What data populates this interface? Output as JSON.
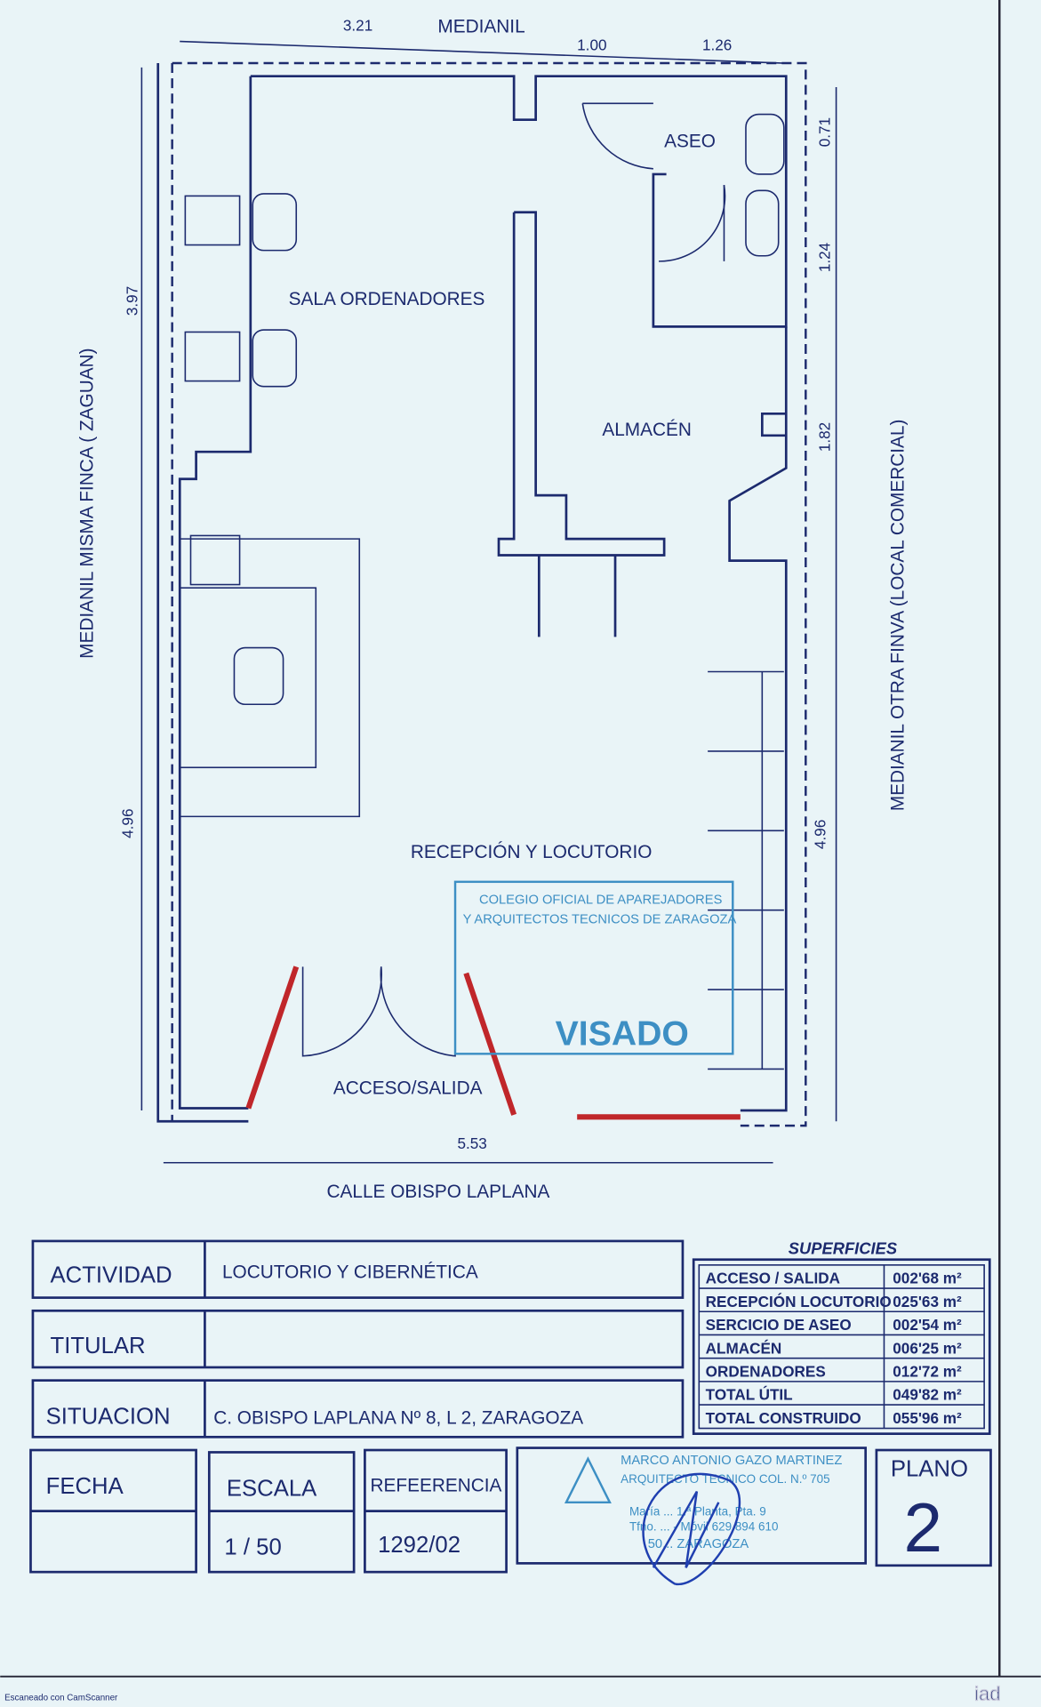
{
  "plan": {
    "rooms": {
      "sala": "SALA ORDENADORES",
      "aseo": "ASEO",
      "almacen": "ALMACÉN",
      "recepcion": "RECEPCIÓN Y LOCUTORIO",
      "acceso": "ACCESO/SALIDA"
    },
    "sides": {
      "top": "MEDIANIL",
      "left": "MEDIANIL MISMA FINCA ( ZAGUAN)",
      "right": "MEDIANIL OTRA FINVA (LOCAL COMERCIAL)",
      "bottom": "CALLE OBISPO LAPLANA"
    },
    "dimensions": {
      "top_a": "3.21",
      "top_b": "1.00",
      "top_c": "1.26",
      "left_a": "3.97",
      "left_b": "4.96",
      "right_a": "0.71",
      "right_b": "1.24",
      "right_c": "1.82",
      "right_d": "4.96",
      "bottom": "5.53"
    },
    "visado_stamp": {
      "line1": "COLEGIO OFICIAL DE APAREJADORES",
      "line2": "Y ARQUITECTOS TECNICOS DE ZARAGOZA",
      "word": "VISADO"
    }
  },
  "title_block": {
    "actividad_label": "ACTIVIDAD",
    "actividad": "LOCUTORIO Y CIBERNÉTICA",
    "titular_label": "TITULAR",
    "titular": "",
    "situacion_label": "SITUACION",
    "situacion": "C. OBISPO LAPLANA Nº 8, L 2, ZARAGOZA",
    "fecha_label": "FECHA",
    "fecha": "",
    "escala_label": "ESCALA",
    "escala": "1 / 50",
    "referencia_label": "REFEERENCIA",
    "referencia": "1292/02",
    "plano_label": "PLANO",
    "plano": "2"
  },
  "superficies": {
    "title": "SUPERFICIES",
    "rows": [
      {
        "name": "ACCESO / SALIDA",
        "value": "002'68 m²"
      },
      {
        "name": "RECEPCIÓN LOCUTORIO",
        "value": "025'63 m²"
      },
      {
        "name": "SERCICIO DE ASEO",
        "value": "002'54 m²"
      },
      {
        "name": "ALMACÉN",
        "value": "006'25 m²"
      },
      {
        "name": "ORDENADORES",
        "value": "012'72 m²"
      },
      {
        "name": "TOTAL ÚTIL",
        "value": "049'82 m²"
      },
      {
        "name": "TOTAL CONSTRUIDO",
        "value": "055'96 m²"
      }
    ]
  },
  "architect_stamp": {
    "name": "MARCO ANTONIO GAZO MARTINEZ",
    "title": "ARQUITECTO TECNICO COL. N.º 705",
    "address": "María ... 1.ª Planta, Pta. 9",
    "phone": "Tfno. ... - Móvil 629 894 610",
    "city": "50... ZARAGOZA"
  },
  "footer": {
    "scanner": "Escaneado con CamScanner",
    "logo": "iad"
  }
}
